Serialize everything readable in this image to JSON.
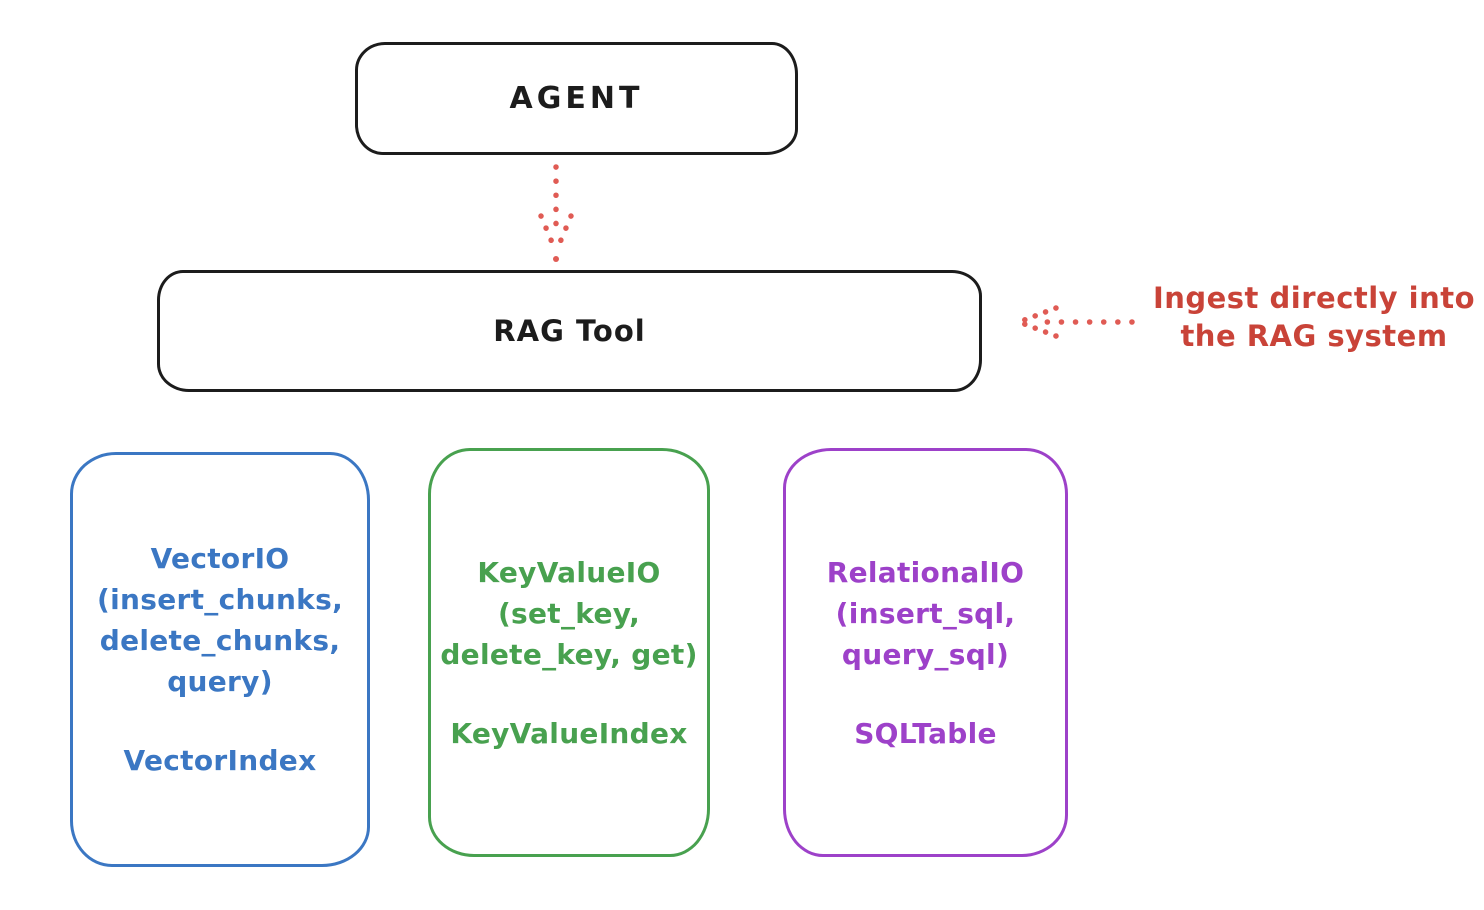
{
  "diagram": {
    "background": "#ffffff",
    "box_border_color": "#1c1c1c",
    "agent_box": {
      "label": "AGENT"
    },
    "rag_tool_box": {
      "label": "RAG Tool"
    },
    "agent_to_rag_arrow": {
      "color": "#e05b54",
      "direction": "down",
      "style": "dotted"
    },
    "annotation": {
      "line1": "Ingest directly into",
      "line2": "the RAG system",
      "text_color": "#c94338",
      "arrow_color": "#e05b54",
      "arrow_direction": "left",
      "arrow_style": "dotted"
    },
    "io_boxes": [
      {
        "name": "vector-io",
        "color": "#3b77c3",
        "lines": [
          "VectorIO",
          "(insert_chunks,",
          "delete_chunks,",
          "query)"
        ],
        "index_label": "VectorIndex"
      },
      {
        "name": "keyvalue-io",
        "color": "#48a14f",
        "lines": [
          "KeyValueIO",
          "(set_key,",
          "delete_key, get)"
        ],
        "index_label": "KeyValueIndex"
      },
      {
        "name": "relational-io",
        "color": "#9d41c9",
        "lines": [
          "RelationalIO",
          "(insert_sql,",
          "query_sql)"
        ],
        "index_label": "SQLTable"
      }
    ]
  }
}
